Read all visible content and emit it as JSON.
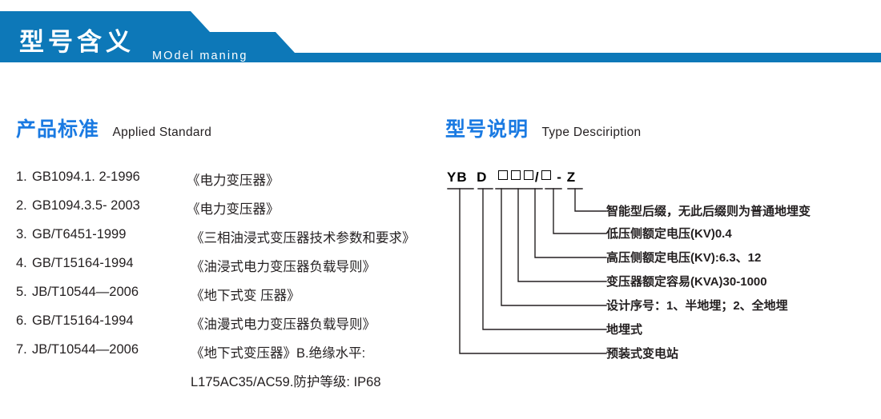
{
  "banner": {
    "title": "型号含义",
    "subtitle": "MOdel maning",
    "color": "#0d78b8"
  },
  "sections": {
    "standard": {
      "cn": "产品标准",
      "en": "Applied Standard",
      "accent": "#1a7ae2"
    },
    "type": {
      "cn": "型号说明",
      "en": "Type Desciription",
      "accent": "#1a7ae2"
    }
  },
  "standards": [
    {
      "index": "1.",
      "code": "GB1094.1. 2-1996",
      "name": "《电力变压器》"
    },
    {
      "index": "2.",
      "code": "GB1094.3.5- 2003",
      "name": "《电力变压器》"
    },
    {
      "index": "3.",
      "code": "GB/T6451-1999",
      "name": "《三相油浸式变压器技术参数和要求》"
    },
    {
      "index": "4.",
      "code": "GB/T15164-1994",
      "name": "《油浸式电力变压器负载导则》"
    },
    {
      "index": "5.",
      "code": "JB/T10544—2006",
      "name": "《地下式变 压器》"
    },
    {
      "index": "6.",
      "code": "GB/T15164-1994",
      "name": "《油漫式电力变压器负载导则》"
    },
    {
      "index": "7.",
      "code": "JB/T10544—2006",
      "name": "《地下式变压器》B.绝缘水平:"
    }
  ],
  "standards_continuation": "L175AC35/AC59.防护等级: IP68",
  "typecode": {
    "segments": [
      "YB",
      "D",
      "box",
      "box",
      "box",
      "/",
      "box",
      "-",
      "Z"
    ],
    "display": "YB D □□□/□ - Z",
    "labels": [
      "智能型后缀，无此后缀则为普通地埋变",
      "低压侧额定电压(KV)0.4",
      "高压侧额定电压(KV):6.3、12",
      "变压器额定容易(KVA)30-1000",
      "设计序号：1、半地埋；2、全地埋",
      "地埋式",
      "预装式变电站"
    ]
  }
}
